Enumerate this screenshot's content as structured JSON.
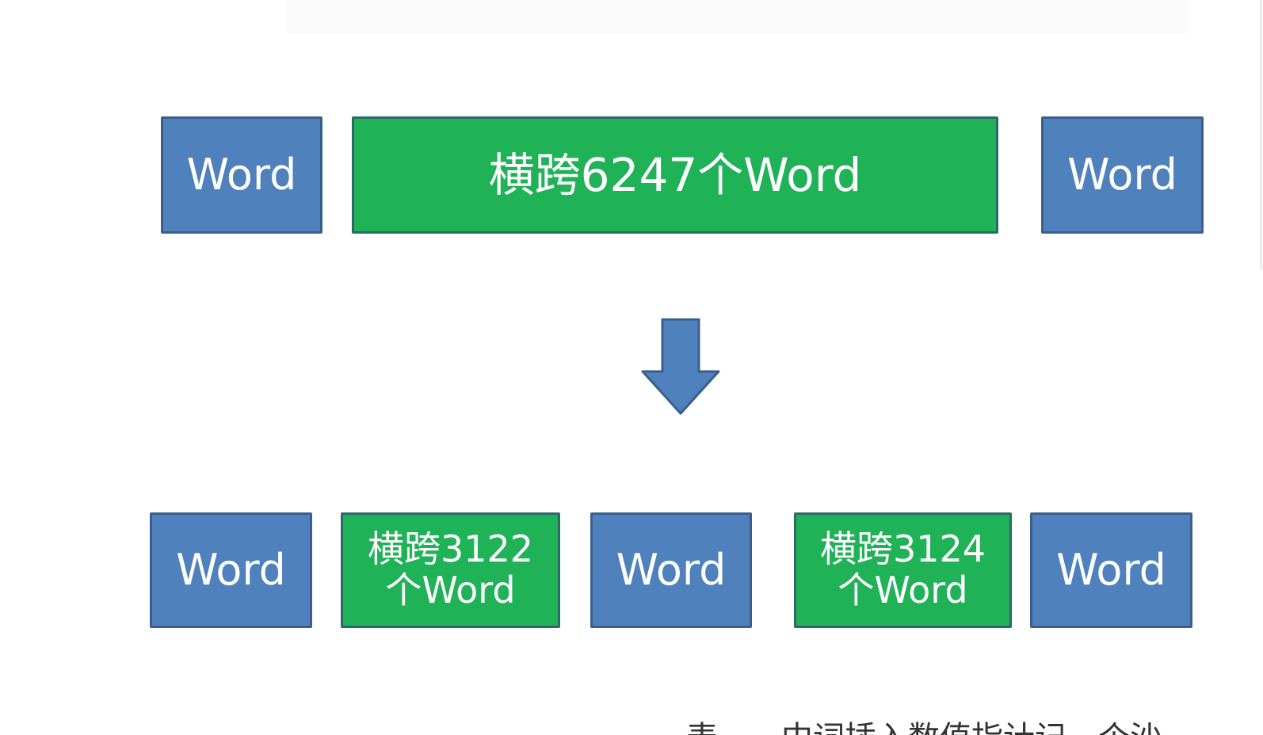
{
  "top_row": [
    {
      "label": "Word"
    },
    {
      "label": "横跨6247个Word"
    },
    {
      "label": "Word"
    }
  ],
  "bottom_row": [
    {
      "label": "Word"
    },
    {
      "label": "横跨3122\n个Word"
    },
    {
      "label": "Word"
    },
    {
      "label": "横跨3124\n个Word"
    },
    {
      "label": "Word"
    }
  ],
  "caption": "表……中词插入数值指计记一个沙",
  "colors": {
    "word_box": "#4f81bd",
    "span_box": "#1fb256",
    "arrow": "#4f81bd"
  },
  "icons": [
    "down-arrow-icon"
  ]
}
